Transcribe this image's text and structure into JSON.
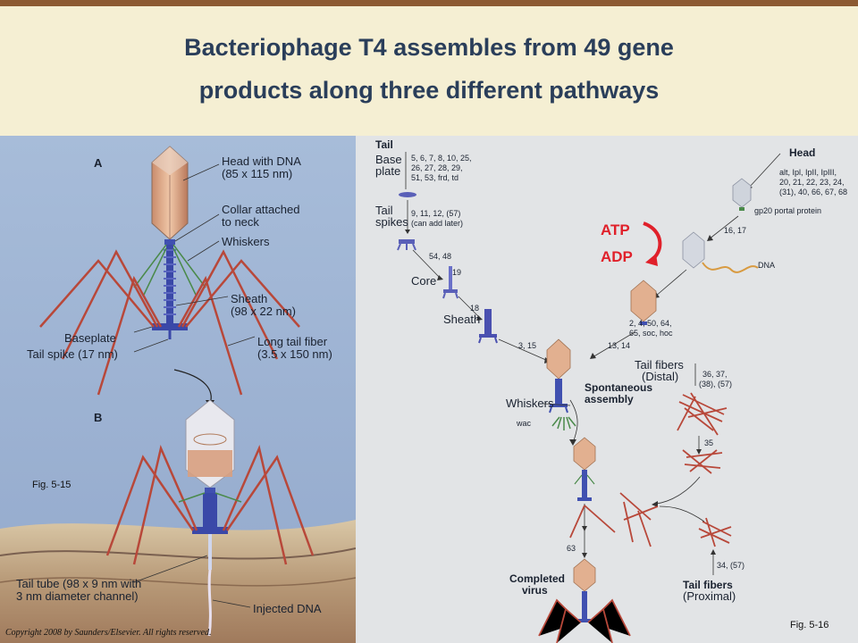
{
  "slide": {
    "title_line1": "Bacteriophage T4 assembles from 49 gene",
    "title_line2": "products along three different pathways",
    "copyright": "Copyright 2008 by Saunders/Elsevier. All rights reserved.",
    "fig_left": "Fig. 5-15",
    "fig_right": "Fig. 5-16",
    "atp": "ATP",
    "adp": "ADP"
  },
  "left_figure": {
    "panel_a": "A",
    "panel_b": "B",
    "head_label_1": "Head with DNA",
    "head_label_2": "(85 x 115 nm)",
    "collar_1": "Collar attached",
    "collar_2": "to neck",
    "whiskers": "Whiskers",
    "sheath_1": "Sheath",
    "sheath_2": "(98 x 22 nm)",
    "baseplate": "Baseplate",
    "long_fiber_1": "Long tail fiber",
    "long_fiber_2": "(3.5 x 150 nm)",
    "tail_spike": "Tail spike (17 nm)",
    "tail_tube_1": "Tail tube (98 x 9 nm with",
    "tail_tube_2": "3 nm diameter channel)",
    "injected_dna": "Injected DNA"
  },
  "right_figure": {
    "tail": "Tail",
    "base_1": "Base",
    "base_2": "plate",
    "base_genes_1": "5, 6, 7, 8, 10, 25,",
    "base_genes_2": "26, 27, 28, 29,",
    "base_genes_3": "51, 53, frd, td",
    "tail_spikes_1": "Tail",
    "tail_spikes_2": "spikes",
    "spike_genes_1": "9, 11, 12, (57)",
    "spike_genes_2": "(can add later)",
    "g54_48": "54, 48",
    "g19": "19",
    "core": "Core",
    "g18": "18",
    "sheath": "Sheath",
    "g3_15": "3, 15",
    "g13_14": "13, 14",
    "head": "Head",
    "head_genes_1": "alt, Ipl, IpII, IpIII,",
    "head_genes_2": "20, 21, 22, 23, 24,",
    "head_genes_3": "(31), 40, 66, 67, 68",
    "portal": "gp20 portal protein",
    "g16_17": "16, 17",
    "dna": "DNA",
    "head_mat_1": "2, 4, 50, 64,",
    "head_mat_2": "65, soc, hoc",
    "spont_1": "Spontaneous",
    "spont_2": "assembly",
    "whiskers": "Whiskers",
    "wac": "wac",
    "tail_fibers_distal_1": "Tail fibers",
    "tail_fibers_distal_2": "(Distal)",
    "distal_genes_1": "36, 37,",
    "distal_genes_2": "(38), (57)",
    "g35": "35",
    "g63": "63",
    "g34_57": "34, (57)",
    "completed_1": "Completed",
    "completed_2": "virus",
    "tail_fibers_prox_1": "Tail fibers",
    "tail_fibers_prox_2": "(Proximal)"
  }
}
